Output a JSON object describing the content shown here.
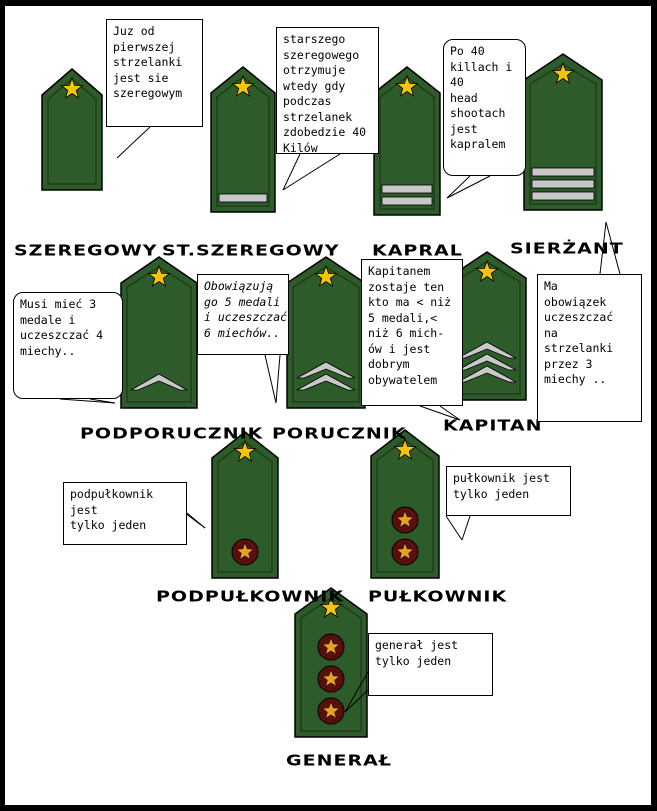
{
  "colors": {
    "board": "#2e5b2a",
    "board_edge": "#1e3d1a",
    "stripe": "#c8c8c8",
    "star": "#f5c30a",
    "medal": "#5a0f0f"
  },
  "ranks": [
    {
      "id": "szeregowy",
      "name": "SZEREGOWY",
      "stripes": 0,
      "chevrons": 0,
      "medals": 0
    },
    {
      "id": "st-szeregowy",
      "name": "ST.SZEREGOWY",
      "stripes": 1,
      "chevrons": 0,
      "medals": 0
    },
    {
      "id": "kapral",
      "name": "KAPRAL",
      "stripes": 2,
      "chevrons": 0,
      "medals": 0
    },
    {
      "id": "sierzant",
      "name": "SIERŻANT",
      "stripes": 3,
      "chevrons": 0,
      "medals": 0
    },
    {
      "id": "podporucznik",
      "name": "PODPORUCZNIK",
      "stripes": 0,
      "chevrons": 1,
      "medals": 0
    },
    {
      "id": "porucznik",
      "name": "PORUCZNIK",
      "stripes": 0,
      "chevrons": 2,
      "medals": 0
    },
    {
      "id": "kapitan",
      "name": "KAPITAN",
      "stripes": 0,
      "chevrons": 3,
      "medals": 0
    },
    {
      "id": "podpulkownik",
      "name": "PODPUŁKOWNIK",
      "stripes": 0,
      "chevrons": 0,
      "medals": 1
    },
    {
      "id": "pulkownik",
      "name": "PUŁKOWNIK",
      "stripes": 0,
      "chevrons": 0,
      "medals": 2
    },
    {
      "id": "general",
      "name": "GENERAŁ",
      "stripes": 0,
      "chevrons": 0,
      "medals": 3
    }
  ],
  "notes": {
    "szeregowy": "Juz od\npierwszej\nstrzelanki\njest sie\nszeregowym",
    "st_szeregowy": "starszego\nszeregowego\notrzymuje\nwtedy gdy\npodczas\nstrzelanek\nzdobedzie 40\nKilów",
    "kapral": "Po 40\nkillach i\n40\nhead\nshootach\njest\nkapralem",
    "sierzant": "Ma\nobowiązek\nuczeszczać\nna\nstrzelanki\nprzez 3\nmiechy ..",
    "podporucznik": "Musi mieć 3\nmedale i\nuczeszczać 4\nmiechy..",
    "porucznik": "Obowiązują\ngo 5 medali\ni uczeszczać\n6 miechów..",
    "kapitan": "Kapitanem\nzostaje ten\nkto ma < niż\n5 medali,<\nniż 6 mich-\nów i jest\ndobrym\nobywatelem",
    "podpulkownik": "podpułkownik\njest\ntylko jeden",
    "pulkownik": "pułkownik jest\ntylko jeden",
    "general": "generał jest\ntylko jeden"
  }
}
